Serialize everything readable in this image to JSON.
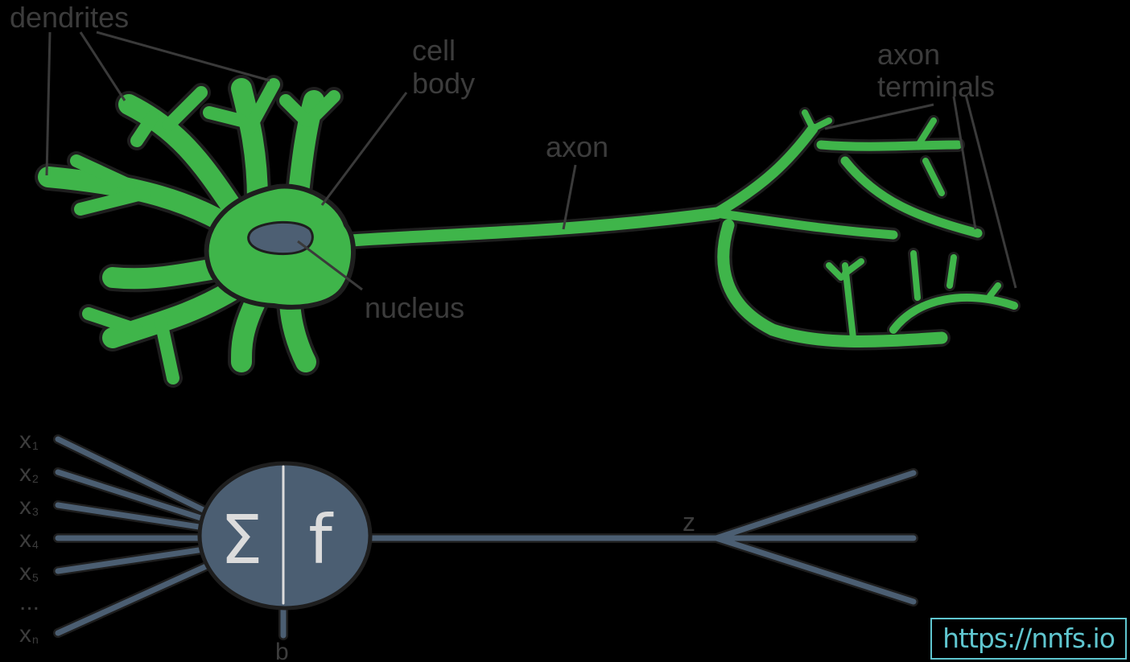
{
  "labels": {
    "dendrites": "dendrites",
    "cell": "cell",
    "body": "body",
    "axon": "axon",
    "axon_terminals_1": "axon",
    "axon_terminals_2": "terminals",
    "nucleus": "nucleus"
  },
  "model": {
    "inputs": [
      {
        "base": "x",
        "sub": "1"
      },
      {
        "base": "x",
        "sub": "2"
      },
      {
        "base": "x",
        "sub": "3"
      },
      {
        "base": "x",
        "sub": "4"
      },
      {
        "base": "x",
        "sub": "5"
      },
      {
        "base": "...",
        "sub": ""
      },
      {
        "base": "x",
        "sub": "n"
      }
    ],
    "sum_symbol": "Σ",
    "activation_symbol": "f",
    "output_label": "z",
    "bias_label": "b"
  },
  "url": "https://nnfs.io",
  "colors": {
    "neuron_green": "#3fb54a",
    "neuron_outline": "#222222",
    "nucleus": "#4d5f73",
    "model_fill": "#4b5e72",
    "model_line": "#4b5e72",
    "label_gray": "#3c3c3c",
    "url_cyan": "#5fc6cf"
  }
}
